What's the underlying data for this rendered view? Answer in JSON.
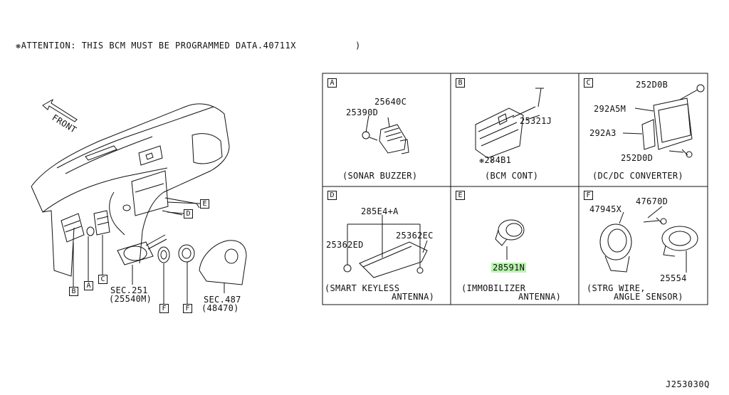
{
  "header": {
    "attention": "❋ATTENTION: THIS BCM MUST BE PROGRAMMED DATA.40711X",
    "paren": ")"
  },
  "overview": {
    "front_label": "FRONT",
    "callouts": [
      "B",
      "A",
      "C",
      "F",
      "F",
      "E",
      "D"
    ],
    "sec_251": "SEC.251",
    "sec_251_part": "(25540M)",
    "sec_487": "SEC.487",
    "sec_487_part": "(48470)"
  },
  "panels": [
    {
      "letter": "A",
      "caption": "(SONAR BUZZER)",
      "parts": [
        "25640C",
        "25390D"
      ]
    },
    {
      "letter": "B",
      "caption": "(BCM CONT)",
      "parts": [
        "25321J",
        "❋284B1"
      ]
    },
    {
      "letter": "C",
      "caption": "(DC/DC CONVERTER)",
      "parts": [
        "252D0B",
        "292A5M",
        "292A3",
        "252D0D"
      ]
    },
    {
      "letter": "D",
      "caption_line1": "(SMART KEYLESS",
      "caption_line2": "ANTENNA)",
      "parts": [
        "285E4+A",
        "25362ED",
        "25362EC"
      ]
    },
    {
      "letter": "E",
      "caption_line1": "(IMMOBILIZER",
      "caption_line2": "ANTENNA)",
      "parts": [
        "28591N"
      ]
    },
    {
      "letter": "F",
      "caption_line1": "(STRG WIRE,",
      "caption_line2": "ANGLE SENSOR)",
      "parts": [
        "47945X",
        "47670D",
        "25554"
      ]
    }
  ],
  "footer": {
    "code": "J253030Q"
  },
  "colors": {
    "highlight": "#b9f5b0",
    "line": "#111111"
  }
}
